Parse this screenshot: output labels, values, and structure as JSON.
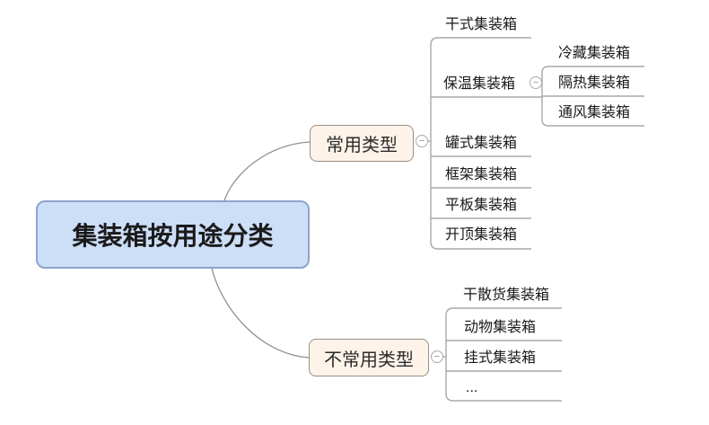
{
  "mindmap": {
    "root": {
      "label": "集装箱按用途分类"
    },
    "branches": [
      {
        "label": "常用类型",
        "children": [
          {
            "label": "干式集装箱"
          },
          {
            "label": "保温集装箱",
            "children": [
              {
                "label": "冷藏集装箱"
              },
              {
                "label": "隔热集装箱"
              },
              {
                "label": "通风集装箱"
              }
            ]
          },
          {
            "label": "罐式集装箱"
          },
          {
            "label": "框架集装箱"
          },
          {
            "label": "平板集装箱"
          },
          {
            "label": "开顶集装箱"
          }
        ]
      },
      {
        "label": "不常用类型",
        "children": [
          {
            "label": "干散货集装箱"
          },
          {
            "label": "动物集装箱"
          },
          {
            "label": "挂式集装箱"
          },
          {
            "label": "..."
          }
        ]
      }
    ]
  },
  "icons": {
    "collapse_glyph": "−"
  },
  "colors": {
    "root_fill": "#cddef7",
    "root_border": "#8ba4cd",
    "branch_fill": "#fdf3e9",
    "branch_border": "#9d8d82",
    "connector_line": "#8f8f8f",
    "bracket_line": "#a9a9a9",
    "text": "#1a1a1a"
  }
}
